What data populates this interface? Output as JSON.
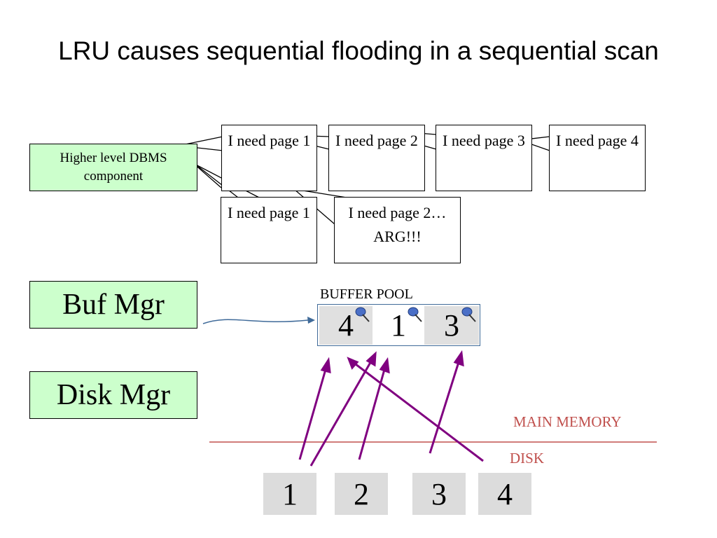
{
  "slide": {
    "title": "LRU causes sequential flooding in a sequential scan"
  },
  "component_box": {
    "label": "Higher level DBMS component"
  },
  "callouts": [
    {
      "text": "I need page 1"
    },
    {
      "text": "I need page 2"
    },
    {
      "text": "I need page 3"
    },
    {
      "text": "I need page 4"
    },
    {
      "text": "I need page 1"
    },
    {
      "text": "I need page 2…ARG!!!"
    }
  ],
  "buf_mgr": {
    "label": "Buf Mgr"
  },
  "disk_mgr": {
    "label": "Disk Mgr"
  },
  "buffer_pool": {
    "label": "BUFFER POOL",
    "frames": [
      "4",
      "1",
      "3"
    ],
    "pinned": [
      true,
      true,
      true
    ]
  },
  "memory_boundary": {
    "main_memory_label": "MAIN MEMORY",
    "disk_label": "DISK"
  },
  "disk_pages": [
    "1",
    "2",
    "3",
    "4"
  ],
  "colors": {
    "green_box": "#ccffcc",
    "arrow_purple": "#800080",
    "boundary_red": "#c0504d",
    "pool_border": "#3f6a99",
    "pin_blue": "#4a6fc7"
  }
}
